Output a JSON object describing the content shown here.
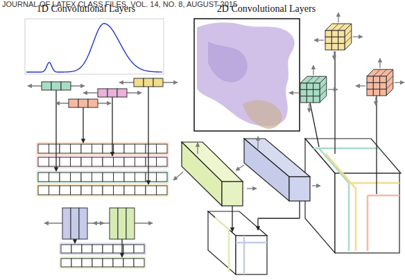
{
  "diagram": {
    "labels": [
      "JOURNAL OF LATEX CLASS FILES, VOL. 14, NO. 8, AUGUST 2015",
      "1D Convolutional Layers",
      "2D Convolutional Layers"
    ]
  }
}
